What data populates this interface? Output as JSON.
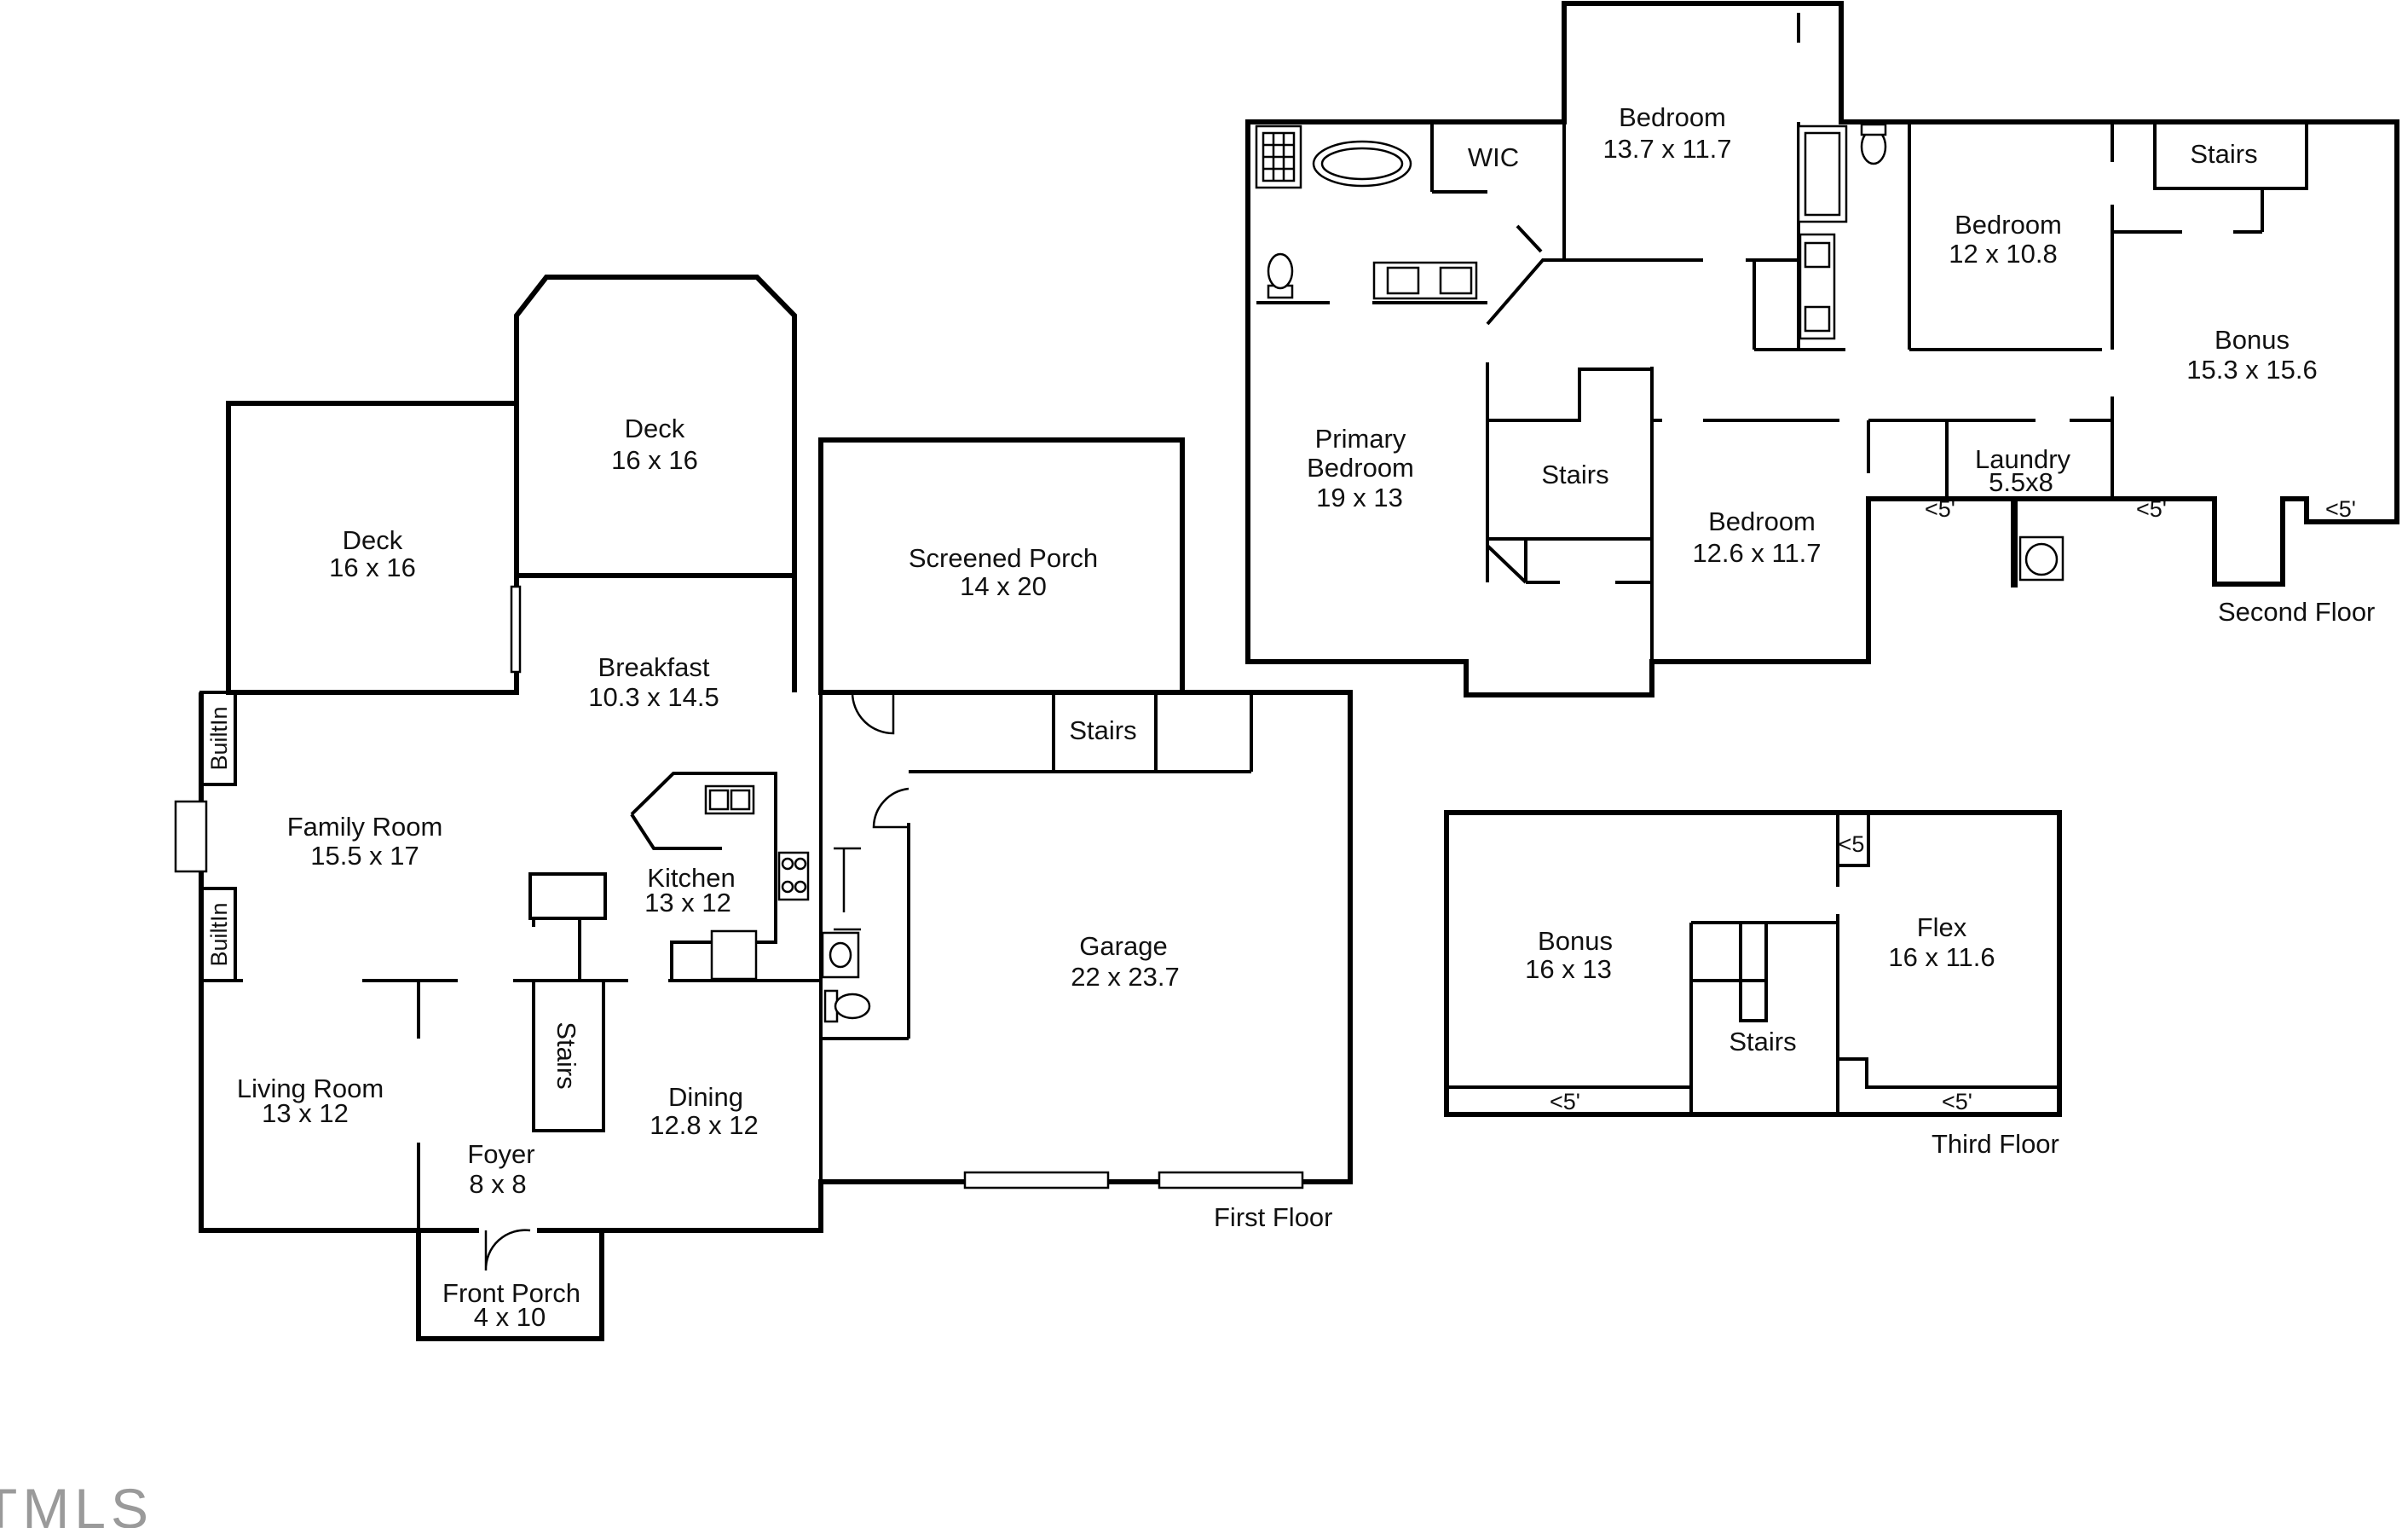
{
  "floors": [
    {
      "label": "First Floor",
      "rooms": [
        {
          "key": "deck_left",
          "name": "Deck",
          "size": "16 x 16"
        },
        {
          "key": "deck_top",
          "name": "Deck",
          "size": "16 x 16"
        },
        {
          "key": "screened_porch",
          "name": "Screened Porch",
          "size": "14 x 20"
        },
        {
          "key": "breakfast",
          "name": "Breakfast",
          "size": "10.3 x 14.5"
        },
        {
          "key": "family_room",
          "name": "Family Room",
          "size": "15.5 x 17"
        },
        {
          "key": "kitchen",
          "name": "Kitchen",
          "size": "13 x 12"
        },
        {
          "key": "garage",
          "name": "Garage",
          "size": "22 x 23.7"
        },
        {
          "key": "living_room",
          "name": "Living Room",
          "size": "13 x 12"
        },
        {
          "key": "dining",
          "name": "Dining",
          "size": "12.8 x 12"
        },
        {
          "key": "foyer",
          "name": "Foyer",
          "size": "8 x 8"
        },
        {
          "key": "front_porch",
          "name": "Front Porch",
          "size": "4 x 10"
        }
      ],
      "labels": [
        "BuiltIn",
        "BuiltIn",
        "Stairs",
        "Stairs"
      ]
    },
    {
      "label": "Second Floor",
      "rooms": [
        {
          "key": "wic",
          "name": "WIC",
          "size": ""
        },
        {
          "key": "bedroom_top",
          "name": "Bedroom",
          "size": "13.7 x 11.7"
        },
        {
          "key": "bedroom_right",
          "name": "Bedroom",
          "size": "12 x 10.8"
        },
        {
          "key": "bonus2",
          "name": "Bonus",
          "size": "15.3 x 15.6"
        },
        {
          "key": "primary_bedroom",
          "name": "Primary Bedroom",
          "size": "19 x 13"
        },
        {
          "key": "bedroom_mid",
          "name": "Bedroom",
          "size": "12.6 x 11.7"
        },
        {
          "key": "laundry",
          "name": "Laundry",
          "size": "5.5x8"
        }
      ],
      "labels": [
        "Stairs",
        "Stairs",
        "<5'",
        "<5'",
        "<5'"
      ]
    },
    {
      "label": "Third Floor",
      "rooms": [
        {
          "key": "bonus3",
          "name": "Bonus",
          "size": "16 x 13"
        },
        {
          "key": "flex",
          "name": "Flex",
          "size": "16 x 11.6"
        }
      ],
      "labels": [
        "Stairs",
        "<5",
        "<5'",
        "<5'"
      ]
    }
  ],
  "watermark": "TMLS"
}
